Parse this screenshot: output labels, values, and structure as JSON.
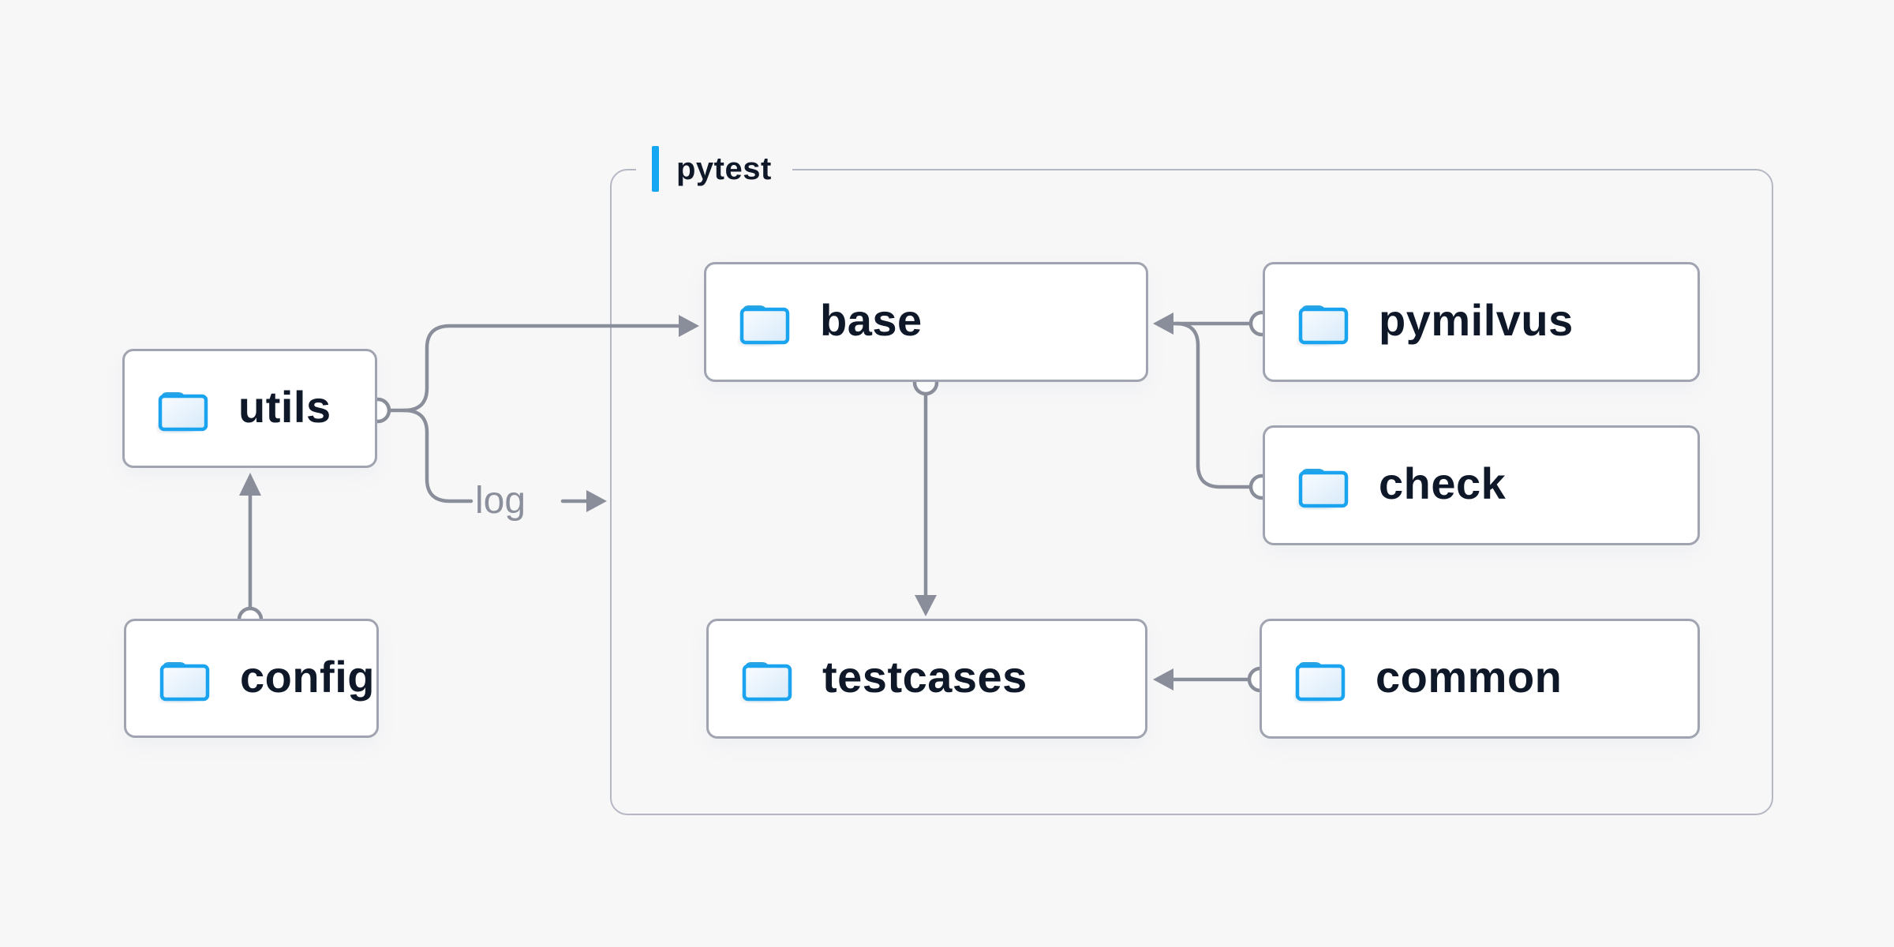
{
  "diagram": {
    "group": {
      "label": "pytest"
    },
    "nodes": [
      {
        "id": "utils",
        "label": "utils"
      },
      {
        "id": "config",
        "label": "config"
      },
      {
        "id": "base",
        "label": "base"
      },
      {
        "id": "pymilvus",
        "label": "pymilvus"
      },
      {
        "id": "check",
        "label": "check"
      },
      {
        "id": "testcases",
        "label": "testcases"
      },
      {
        "id": "common",
        "label": "common"
      }
    ],
    "edge_label": "log",
    "edges": [
      {
        "from": "config",
        "to": "utils"
      },
      {
        "from": "utils",
        "to": "base"
      },
      {
        "from": "utils",
        "to": "log"
      },
      {
        "from": "pymilvus",
        "to": "base"
      },
      {
        "from": "check",
        "to": "base"
      },
      {
        "from": "base",
        "to": "testcases"
      },
      {
        "from": "common",
        "to": "testcases"
      }
    ],
    "colors": {
      "background": "#f7f7f8",
      "node_background": "#ffffff",
      "node_border": "#a0a4b0",
      "group_border": "#b5b8c3",
      "connector": "#8a8e9a",
      "text": "#0e1828",
      "accent_blue": "#15a7f1",
      "folder_blue": "#1aa3ee",
      "folder_tab_blue": "#2ba4e0",
      "muted_label": "#8b8f9b"
    }
  }
}
